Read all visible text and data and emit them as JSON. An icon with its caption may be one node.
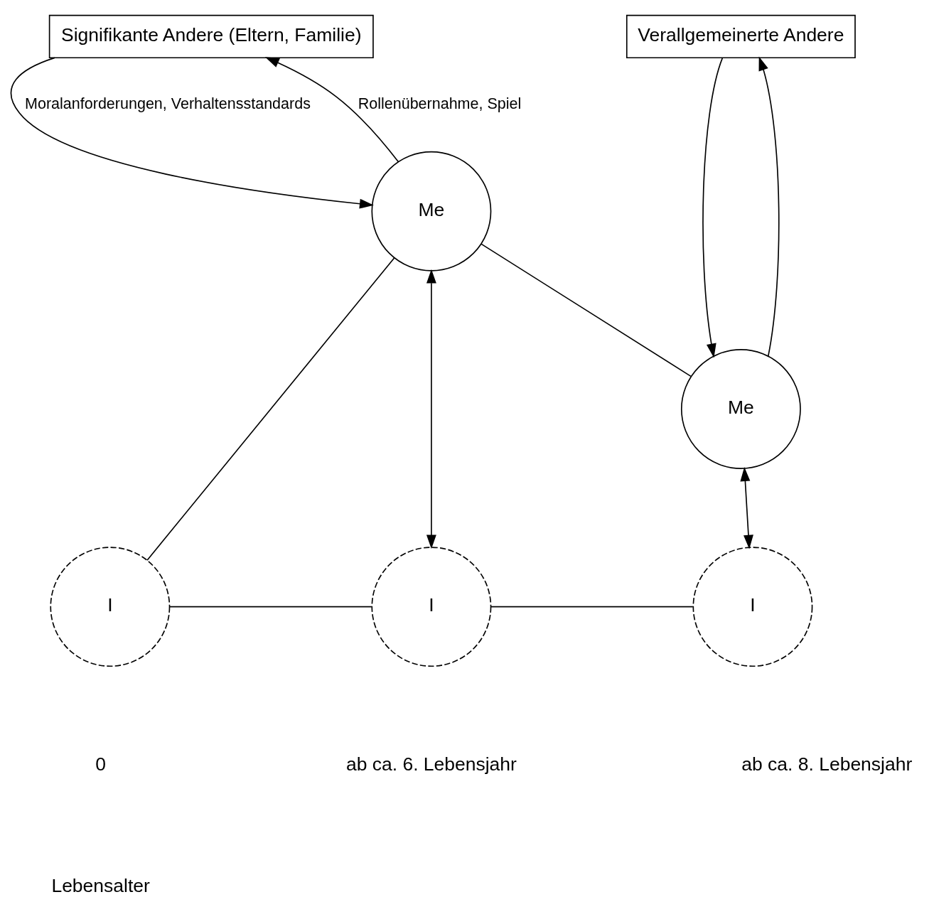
{
  "diagram": {
    "nodes": [
      {
        "text": [
          "Signifikante Andere (Eltern, Familie)"
        ]
      },
      {
        "text": [
          "Verallgemeinerte Andere"
        ]
      },
      {
        "text": [
          "Me"
        ]
      },
      {
        "text": [
          "Me"
        ]
      },
      {
        "text": [
          "I"
        ]
      },
      {
        "text": [
          "I"
        ]
      },
      {
        "text": [
          "I"
        ]
      }
    ],
    "edges": [
      {
        "from": 0,
        "to": 2,
        "arrow": "to",
        "label": "Moralanforderungen, Verhaltensstandards"
      },
      {
        "from": 2,
        "to": 0,
        "arrow": "to",
        "label": "Rollenübernahme, Spiel"
      },
      {
        "from": 1,
        "to": 3,
        "arrow": "to"
      },
      {
        "from": 3,
        "to": 1,
        "arrow": "to"
      },
      {
        "from": 4,
        "to": 2,
        "arrow": "none"
      },
      {
        "from": 2,
        "to": 3,
        "arrow": "none"
      },
      {
        "from": 2,
        "to": 5,
        "arrow": "both"
      },
      {
        "from": 3,
        "to": 6,
        "arrow": "both"
      },
      {
        "from": 4,
        "to": 5,
        "arrow": "none"
      },
      {
        "from": 5,
        "to": 6,
        "arrow": "none"
      }
    ],
    "labels": [
      "0",
      "ab ca. 6. Lebensjahr",
      "ab ca. 8. Lebensjahr",
      "Lebensalter"
    ]
  }
}
